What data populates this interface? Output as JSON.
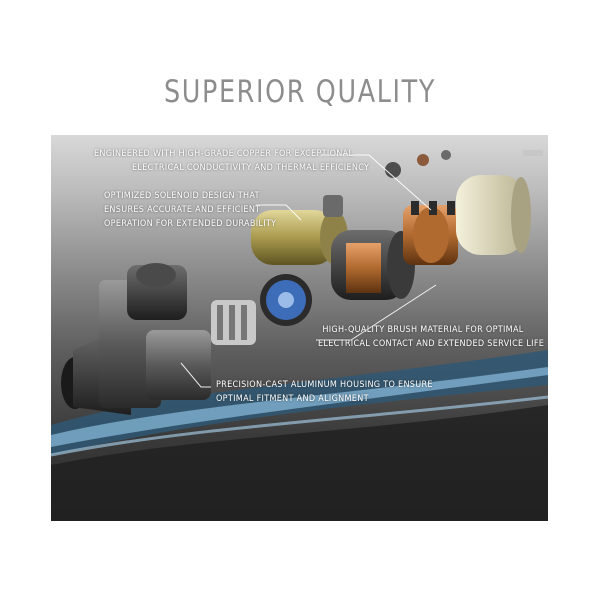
{
  "heading": "SUPERIOR QUALITY",
  "callouts": {
    "copper": {
      "line1": "ENGINEERED WITH HIGH-GRADE COPPER FOR EXCEPTIONAL",
      "line2": "ELECTRICAL CONDUCTIVITY AND THERMAL EFFICIENCY"
    },
    "solenoid": {
      "line1": "OPTIMIZED SOLENOID DESIGN THAT",
      "line2": "ENSURES ACCURATE AND EFFICIENT",
      "line3": "OPERATION FOR EXTENDED DURABILITY"
    },
    "brush": {
      "line1": "HIGH-QUALITY BRUSH MATERIAL FOR OPTIMAL",
      "line2": "ELECTRICAL CONTACT AND EXTENDED SERVICE LIFE"
    },
    "housing": {
      "line1": "PRECISION-CAST ALUMINUM HOUSING TO ENSURE",
      "line2": "OPTIMAL FITMENT AND ALIGNMENT"
    }
  },
  "colors": {
    "title_gray": "#8d8d8d",
    "copper": "#b8702c",
    "solenoid_gold": "#b6a55a",
    "brush_blue": "#3d6db8",
    "swoosh_blue": "#5a8fb4"
  }
}
